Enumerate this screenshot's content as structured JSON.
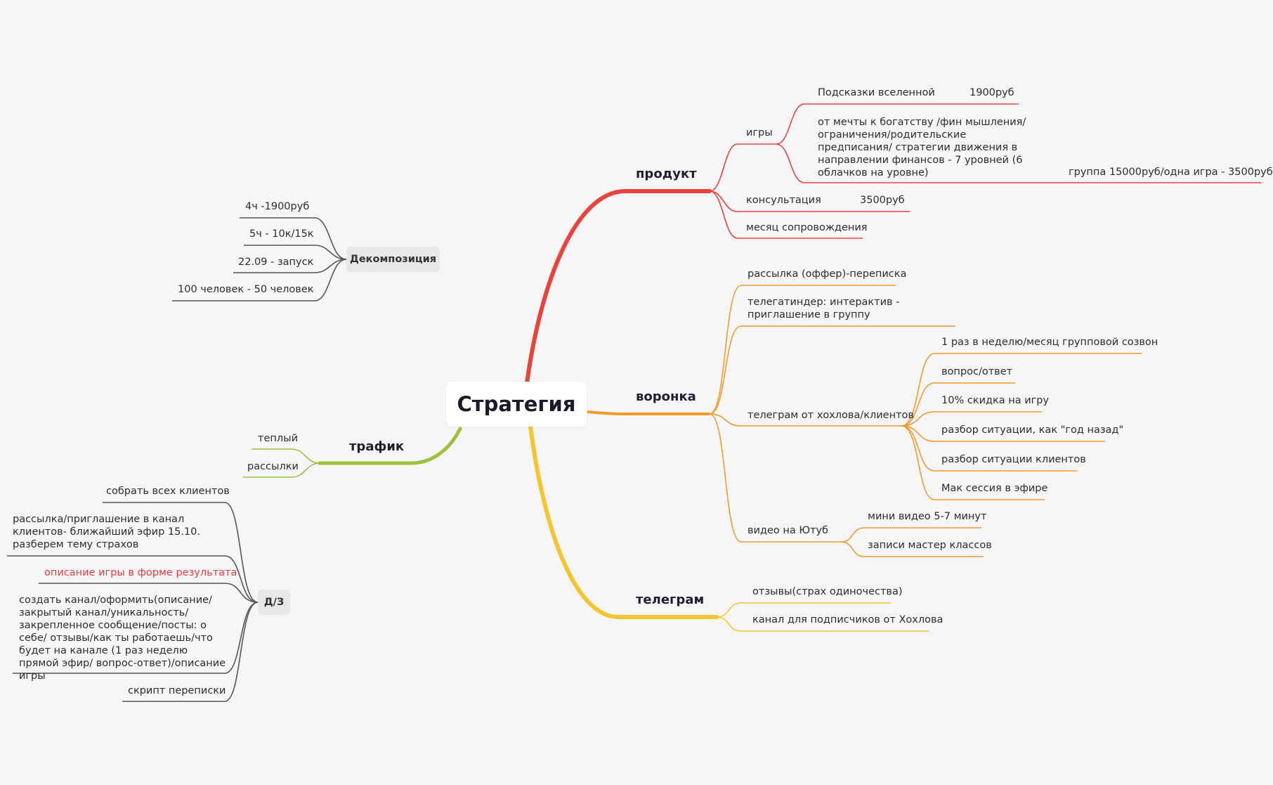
{
  "root": "Стратегия",
  "colors": {
    "product": "#e8433c",
    "funnel": "#f39a2b",
    "telegram": "#f5c531",
    "traffic": "#9cc23c",
    "gray": "#555555",
    "accent_text": "#e83b3b"
  },
  "product": {
    "title": "продукт",
    "games": {
      "label": "игры",
      "item1": {
        "label": "Подсказки вселенной",
        "price": "1900руб"
      },
      "item2": {
        "label": "от мечты к богатству /фин мышления/ ограничения/родительские предписания/ стратегии движения в направлении финансов - 7 уровней (6 облачков на уровне)",
        "price": "группа 15000руб/одна игра - 3500руб"
      }
    },
    "consult": {
      "label": "консультация",
      "price": "3500руб"
    },
    "month": "месяц сопровождения"
  },
  "funnel": {
    "title": "воронка",
    "mailing": "рассылка (оффер)-переписка",
    "tinder": "телегатиндер: интерактив - приглашение в группу",
    "tg": {
      "label": "телеграм от хохлова/клиентов",
      "items": [
        "1 раз в неделю/месяц групповой созвон",
        "вопрос/ответ",
        "10% скидка на игру",
        "разбор ситуации, как \"год назад\"",
        "разбор ситуации клиентов",
        "Мак сессия в эфире"
      ]
    },
    "youtube": {
      "label": "видео на Ютуб",
      "items": [
        "мини видео 5-7 минут",
        "записи мастер классов"
      ]
    }
  },
  "telegram": {
    "title": "телеграм",
    "items": [
      "отзывы(страх одиночества)",
      "канал для подписчиков от Хохлова"
    ]
  },
  "decomp": {
    "title": "Декомпозиция",
    "items": [
      "4ч -1900руб",
      "5ч - 10к/15к",
      "22.09 - запуск",
      "100 человек - 50 человек"
    ]
  },
  "traffic": {
    "title": "трафик",
    "items": [
      "теплый",
      "рассылки"
    ]
  },
  "dz": {
    "title": "Д/З",
    "items": [
      "собрать всех клиентов",
      "рассылка/приглашение в канал клиентов- ближайший эфир 15.10. разберем тему страхов",
      "описание игры в форме результата",
      "создать канал/оформить(описание/ закрытый канал/уникальность/ закрепленное сообщение/посты: о себе/ отзывы/как ты работаешь/что будет на канале (1 раз неделю прямой эфир/ вопрос-ответ)/описание игры",
      "скрипт переписки"
    ]
  }
}
